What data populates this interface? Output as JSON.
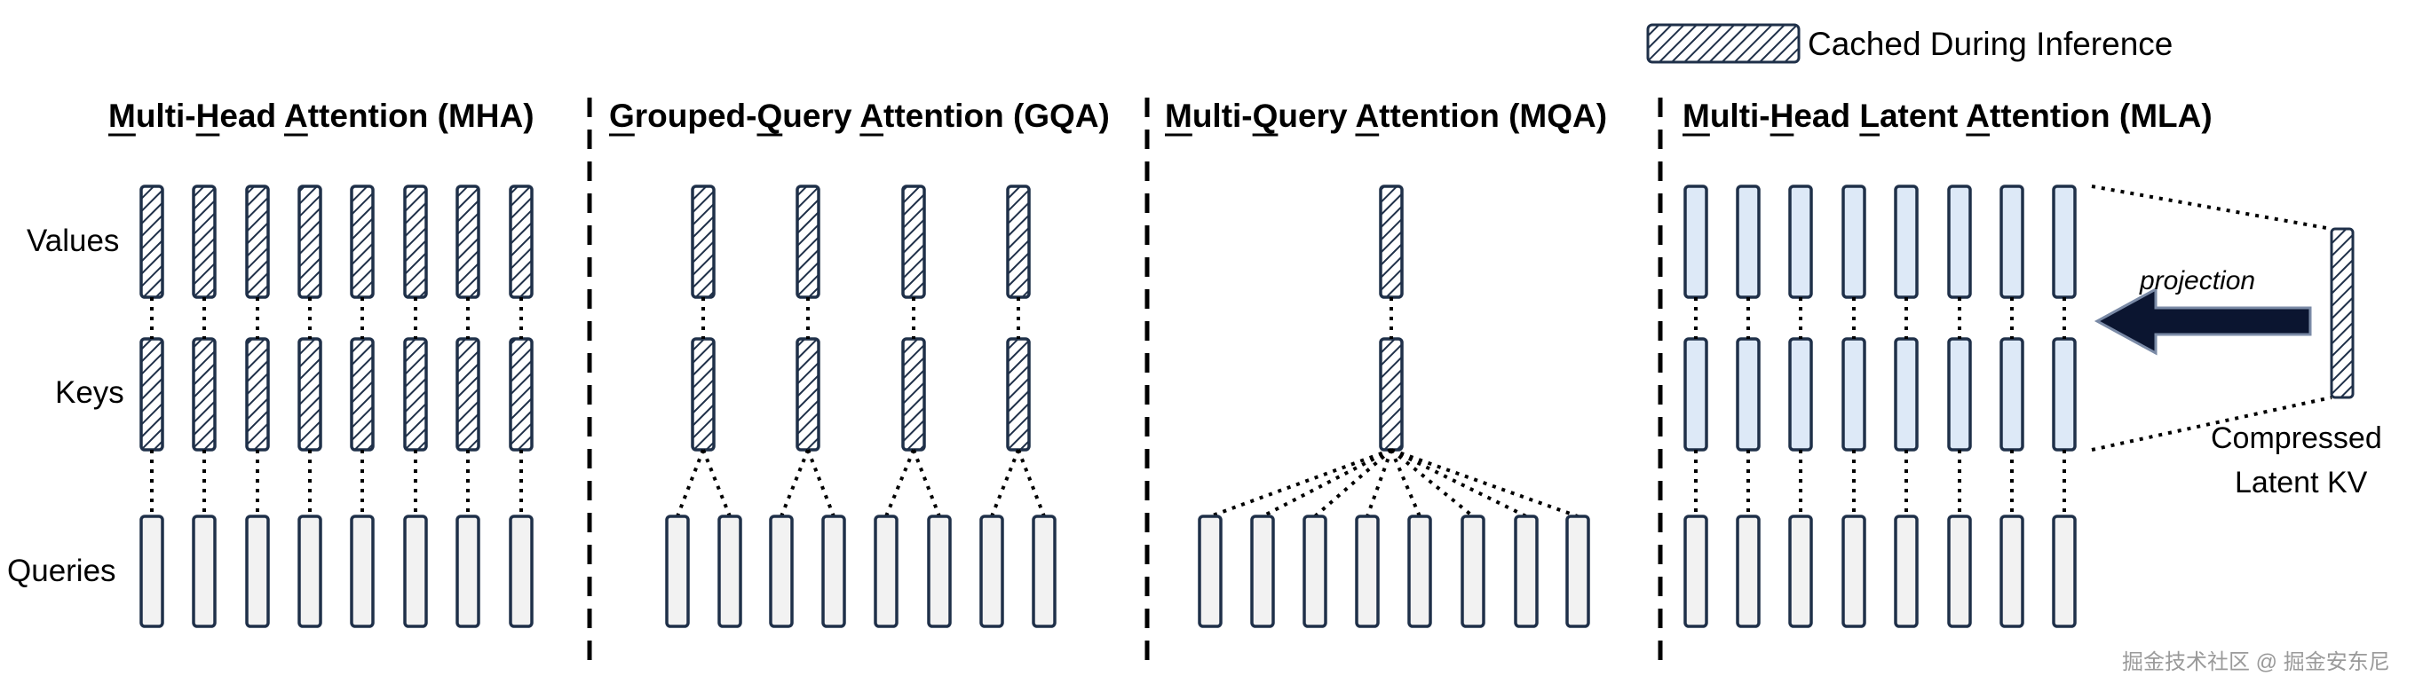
{
  "legend": {
    "label": "Cached During Inference"
  },
  "row_labels": {
    "values": "Values",
    "keys": "Keys",
    "queries": "Queries"
  },
  "panels": [
    {
      "id": "mha",
      "title": "Multi-Head Attention (MHA)",
      "underline_letters": [
        "M",
        "H",
        "A"
      ],
      "kv_heads": 8,
      "query_heads": 8
    },
    {
      "id": "gqa",
      "title": "Grouped-Query Attention (GQA)",
      "underline_letters": [
        "G",
        "Q",
        "A"
      ],
      "kv_heads": 4,
      "query_heads": 8
    },
    {
      "id": "mqa",
      "title": "Multi-Query Attention (MQA)",
      "underline_letters": [
        "M",
        "Q",
        "A"
      ],
      "kv_heads": 1,
      "query_heads": 8
    },
    {
      "id": "mla",
      "title": "Multi-Head Latent Attention (MLA)",
      "underline_letters": [
        "M",
        "L",
        "A"
      ],
      "kv_heads": 8,
      "query_heads": 8
    }
  ],
  "mla": {
    "projection_label": "projection",
    "latent_label_line1": "Compressed",
    "latent_label_line2": "Latent KV"
  },
  "watermark": "掘金技术社区 @ 掘金安东尼",
  "colors": {
    "box_stroke": "#1f3049",
    "query_fill": "#f2f2f2",
    "mla_kv_fill": "#dde9f7",
    "hatch_bg": "#ffffff",
    "hatch_line": "#1f3049",
    "arrow_fill": "#0b1530",
    "latent_fill": "#b7c7de"
  }
}
